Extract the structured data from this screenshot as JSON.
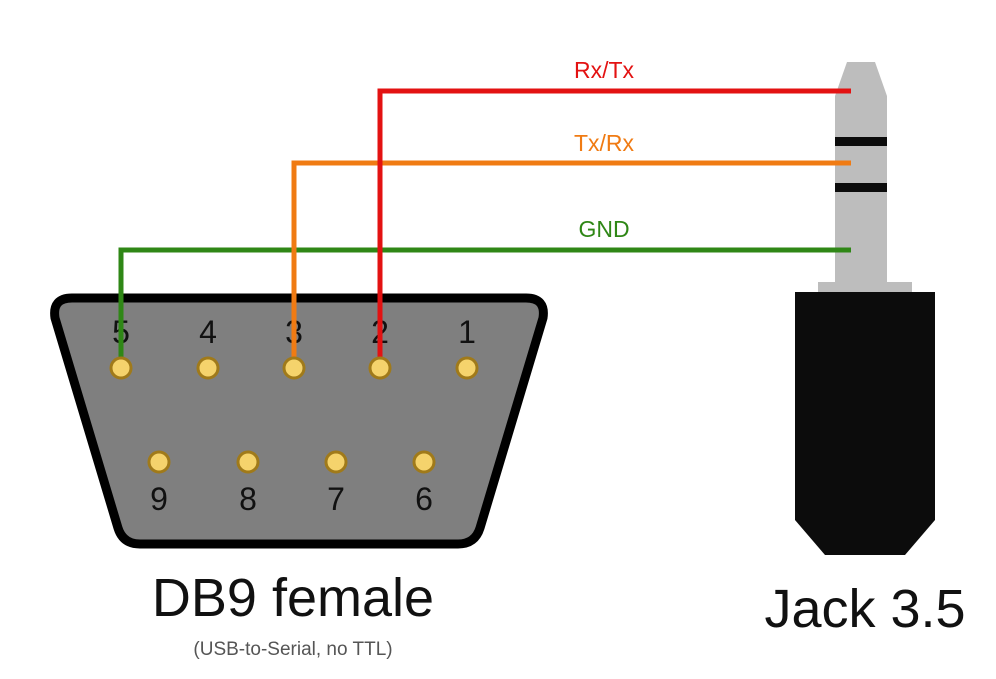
{
  "connector": {
    "title": "DB9 female",
    "subtitle": "(USB-to-Serial, no TTL)",
    "top_pins": [
      "5",
      "4",
      "3",
      "2",
      "1"
    ],
    "bottom_pins": [
      "9",
      "8",
      "7",
      "6"
    ],
    "shell_color": "#7f7f7f",
    "pin_color": "#f5d36c",
    "pin_ring_color": "#a07a1a"
  },
  "jack": {
    "title": "Jack 3.5",
    "plug_color": "#bdbdbd",
    "body_color": "#0c0c0c"
  },
  "wires": [
    {
      "label": "Rx/Tx",
      "color": "#e31212",
      "pin": "2",
      "contact": "tip"
    },
    {
      "label": "Tx/Rx",
      "color": "#f07b13",
      "pin": "3",
      "contact": "ring"
    },
    {
      "label": "GND",
      "color": "#2f8716",
      "pin": "5",
      "contact": "sleeve"
    }
  ]
}
